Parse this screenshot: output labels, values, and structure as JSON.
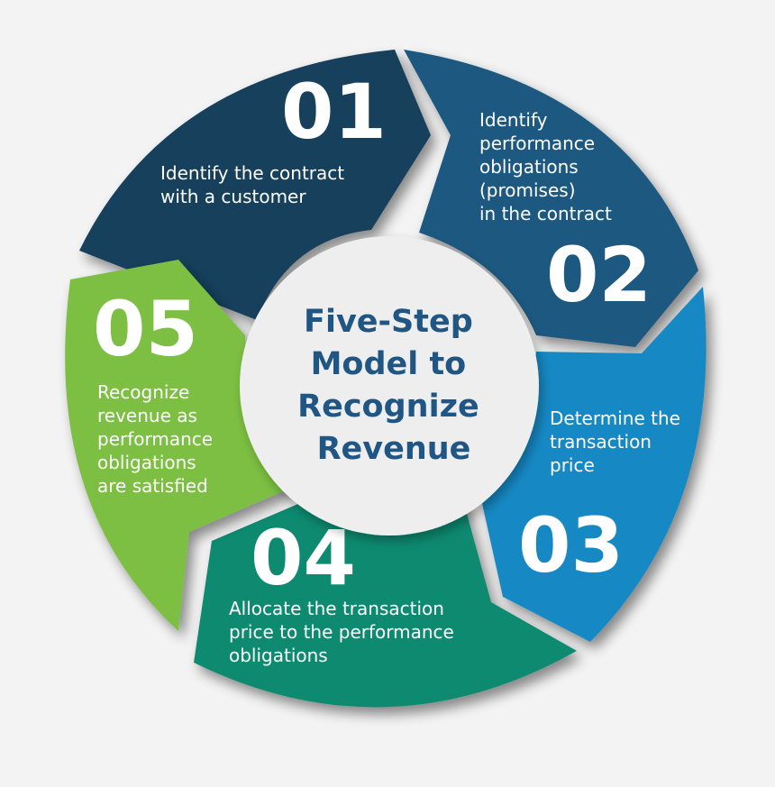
{
  "center_title_lines": [
    "Five-Step",
    "Model to",
    "Recognize",
    "Revenue"
  ],
  "colors": {
    "center_text": "#1f5684",
    "center_fill": "#eeeeee",
    "step1": "#123f5c",
    "step2": "#1a5880",
    "step3": "#1589c4",
    "step4": "#108a6f",
    "step5": "#7cbf43"
  },
  "steps": [
    {
      "number": "01",
      "lines": [
        "Identify the contract",
        "with a customer"
      ],
      "color": "#123f5c"
    },
    {
      "number": "02",
      "lines": [
        "Identify",
        "performance",
        "obligations",
        "(promises)",
        "in the contract"
      ],
      "color": "#1a5880"
    },
    {
      "number": "03",
      "lines": [
        "Determine the",
        "transaction",
        "price"
      ],
      "color": "#1589c4"
    },
    {
      "number": "04",
      "lines": [
        "Allocate the transaction",
        "price to the performance",
        "obligations"
      ],
      "color": "#108a6f"
    },
    {
      "number": "05",
      "lines": [
        "Recognize",
        "revenue as",
        "performance",
        "obligations",
        "are satisfied"
      ],
      "color": "#7cbf43"
    }
  ]
}
